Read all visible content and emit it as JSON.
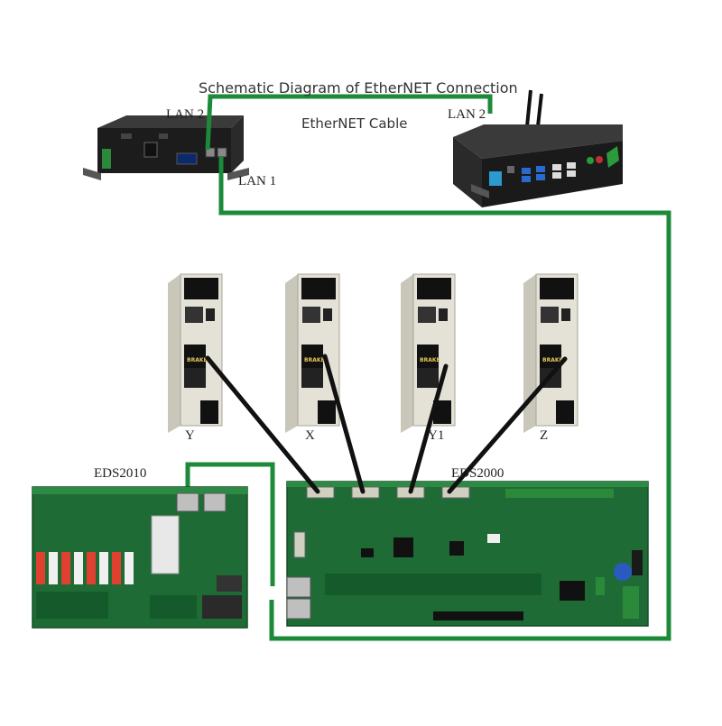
{
  "title": "Schematic Diagram of EtherNET Connection",
  "cable_label": "EtherNET Cable",
  "ports": {
    "left_lan2": "LAN 2",
    "left_lan1": "LAN 1",
    "right_lan2": "LAN 2"
  },
  "boards": {
    "io_board": "EDS2010",
    "main_board": "EDS2000"
  },
  "drive_tag": "BRAKE",
  "drives": [
    {
      "label": "Y"
    },
    {
      "label": "X"
    },
    {
      "label": "Y1"
    },
    {
      "label": "Z"
    }
  ],
  "colors": {
    "ethernet_cable": "#1d8a3a",
    "encoder_cable": "#111111",
    "pcb_green": "#1f6b35",
    "drive_body": "#e4e1d6",
    "computer_black": "#1c1c1c"
  }
}
